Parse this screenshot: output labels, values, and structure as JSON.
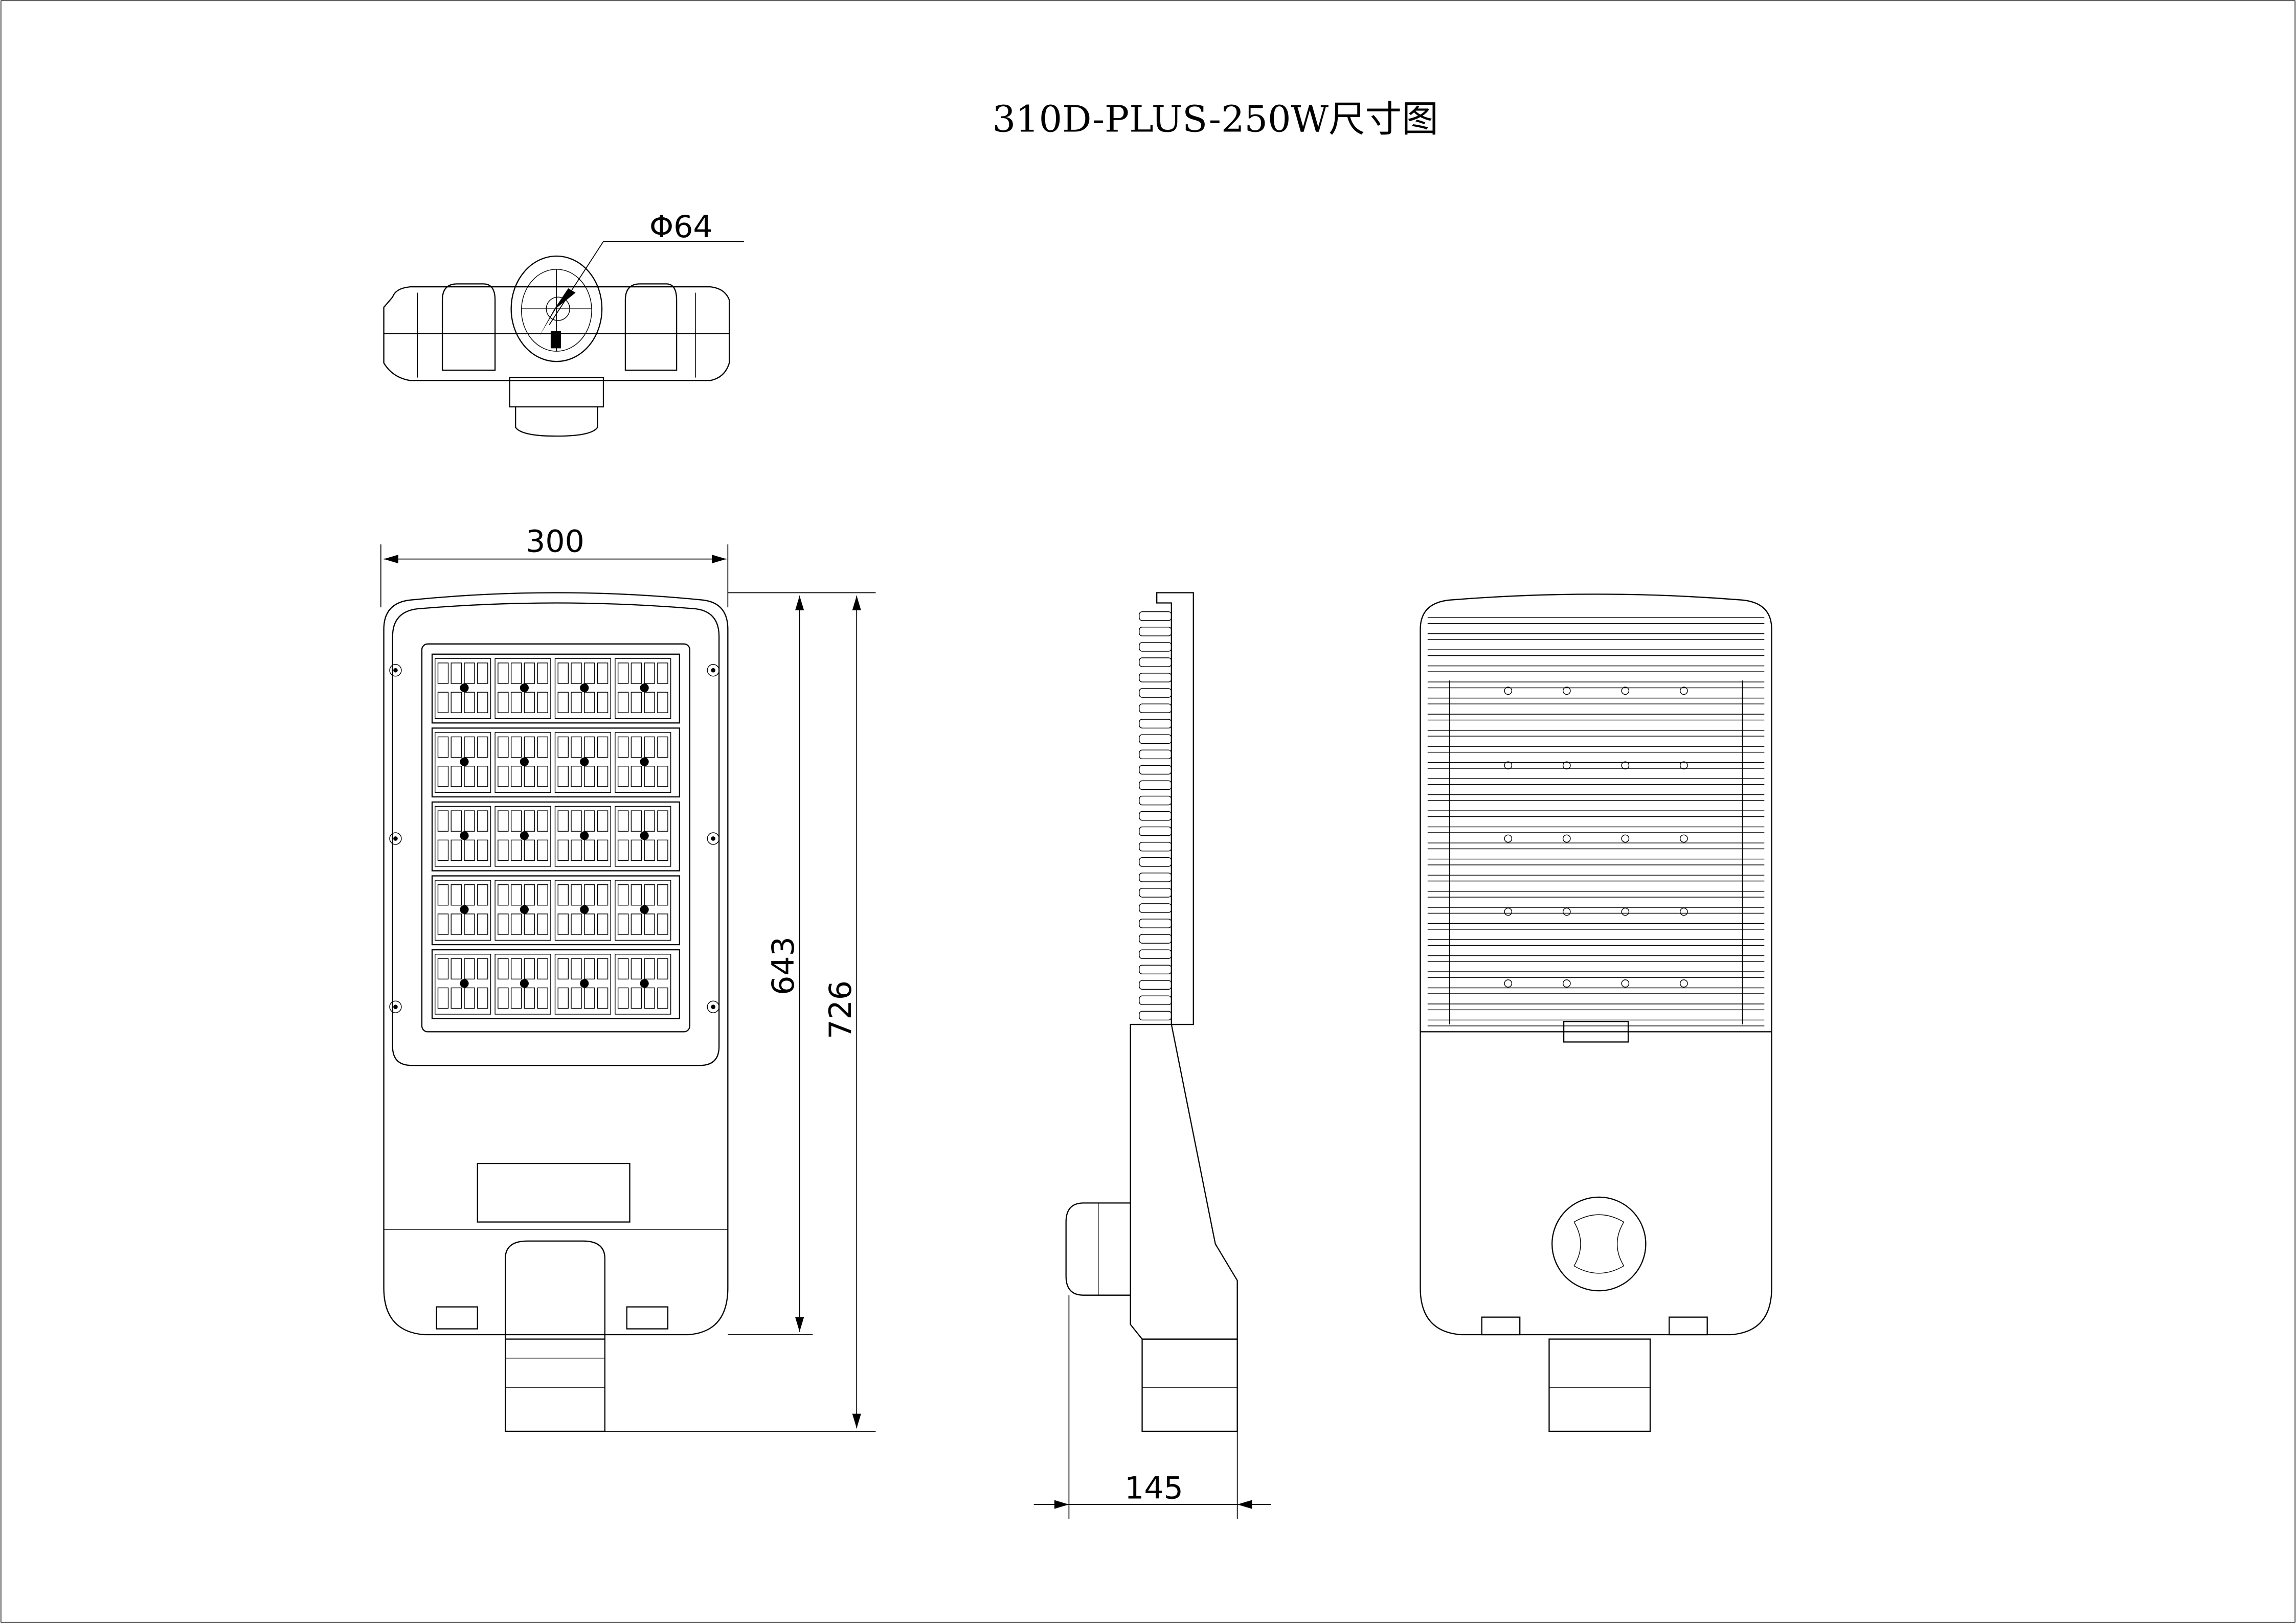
{
  "title": "310D-PLUS-250W尺寸图",
  "dimensions": {
    "pole_diameter": "Φ64",
    "width": "300",
    "led_length": "643",
    "total_length": "726",
    "side_depth": "145"
  },
  "led_module": {
    "rows": 5,
    "groups_per_row": 4
  },
  "colors": {
    "line": "#000000",
    "background": "#ffffff"
  }
}
